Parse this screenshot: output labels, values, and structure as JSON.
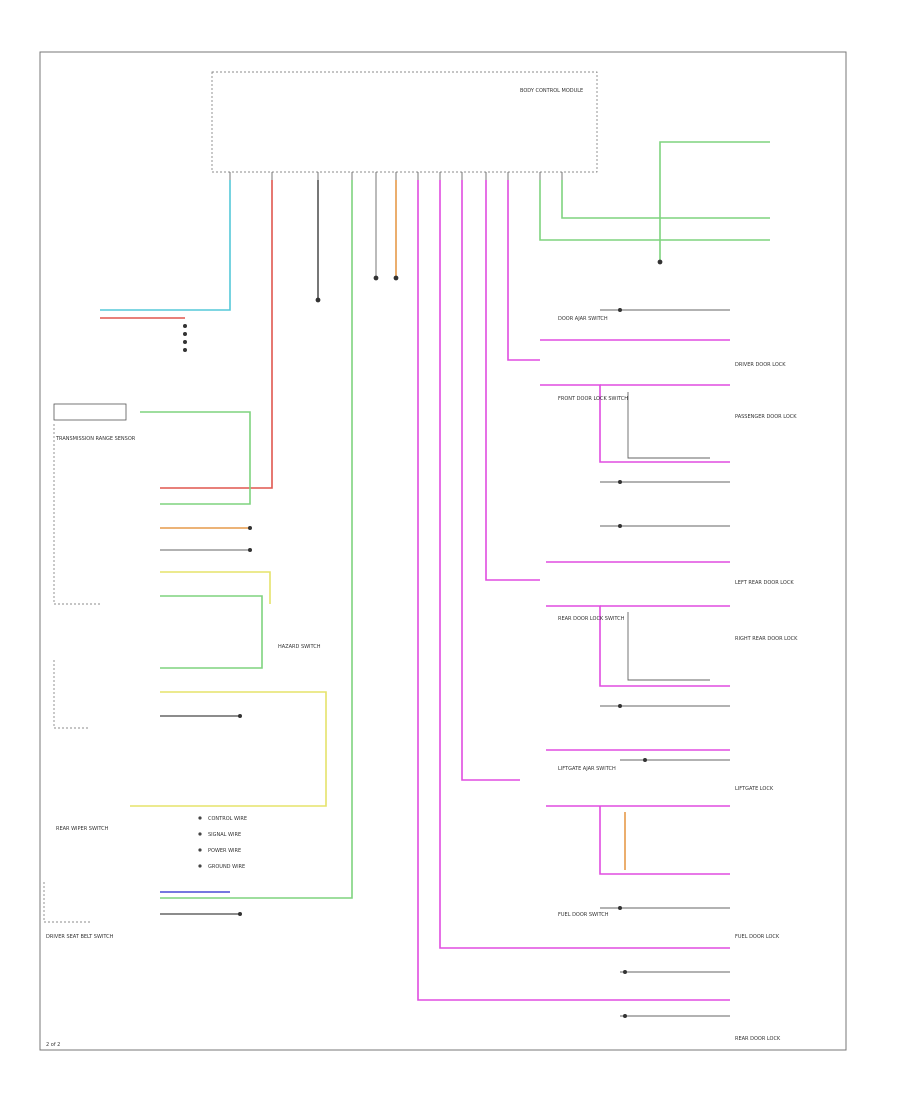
{
  "colors": {
    "green": "#7fd37f",
    "red": "#e0564f",
    "magenta": "#e04de0",
    "orange": "#e69a4a",
    "yellow": "#e5e36a",
    "blue": "#4a4ad6",
    "cyan": "#55c8d8",
    "frame": "#777777",
    "text": "#333333"
  },
  "labels": {
    "page_ref": "2 of 2",
    "bcm_title": "BODY CONTROL MODULE",
    "left_module": "TRANSMISSION RANGE SENSOR",
    "center_module": "HAZARD SWITCH",
    "rear_switch": "REAR WIPER SWITCH",
    "bottom_left": "DRIVER SEAT BELT SWITCH",
    "switch_labels": [
      "DOOR AJAR SWITCH",
      "FRONT DOOR LOCK SWITCH",
      "REAR DOOR LOCK SWITCH",
      "LIFTGATE AJAR SWITCH",
      "FUEL DOOR SWITCH"
    ],
    "right_connectors": [
      "DRIVER DOOR LOCK",
      "PASSENGER DOOR LOCK",
      "LEFT REAR DOOR LOCK",
      "RIGHT REAR DOOR LOCK",
      "LIFTGATE LOCK",
      "FUEL DOOR LOCK",
      "REAR DOOR LOCK"
    ],
    "legend": [
      "CONTROL WIRE",
      "SIGNAL WIRE",
      "POWER WIRE",
      "GROUND WIRE"
    ]
  }
}
